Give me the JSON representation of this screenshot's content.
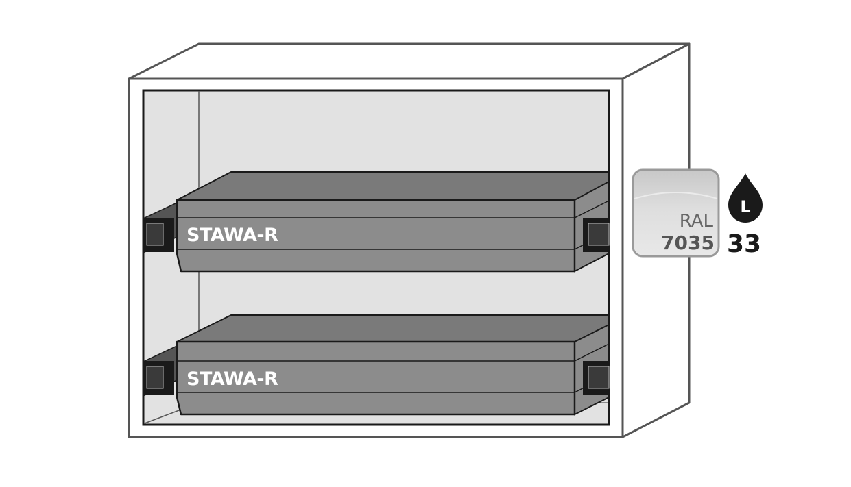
{
  "trays": [
    {
      "label": "STAWA-R"
    },
    {
      "label": "STAWA-R"
    }
  ],
  "color_badge": {
    "label": "RAL",
    "code": "7035"
  },
  "volume_badge": {
    "unit": "L",
    "value": "33"
  },
  "colors": {
    "cabinet_line": "#555555",
    "interior": "#e2e2e2",
    "tray_fill": "#8c8c8c",
    "tray_rim": "#7a7a7a",
    "badge_fill": "#d9d9d9",
    "drop_fill": "#1a1a1a"
  }
}
